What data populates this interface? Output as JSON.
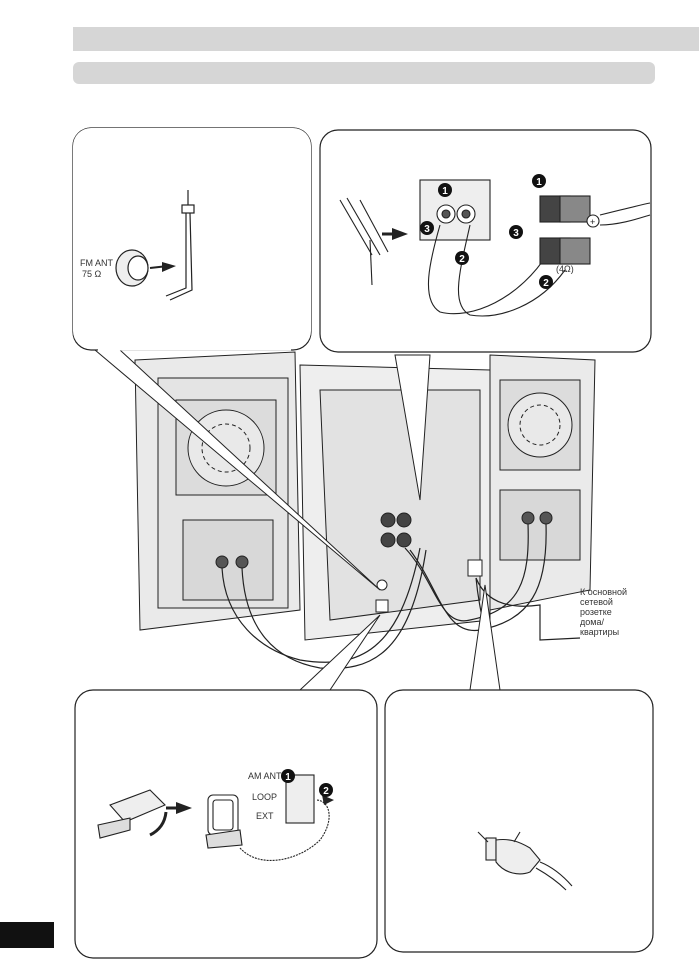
{
  "labels": {
    "fm_ant_line1": "FM ANT",
    "fm_ant_line2": "75 Ω",
    "am_ant": "AM ANT",
    "loop": "LOOP",
    "ext": "EXT",
    "impedance": "(4Ω)",
    "outlet_line1": "К основной",
    "outlet_line2": "сетевой",
    "outlet_line3": "розетке",
    "outlet_line4": "дома/",
    "outlet_line5": "квартиры"
  },
  "step_numbers": [
    "1",
    "2",
    "3"
  ],
  "colors": {
    "header_bar": "#d6d6d6",
    "line": "#222222",
    "speaker_fill": "#e8e8e8",
    "tab": "#111111"
  }
}
